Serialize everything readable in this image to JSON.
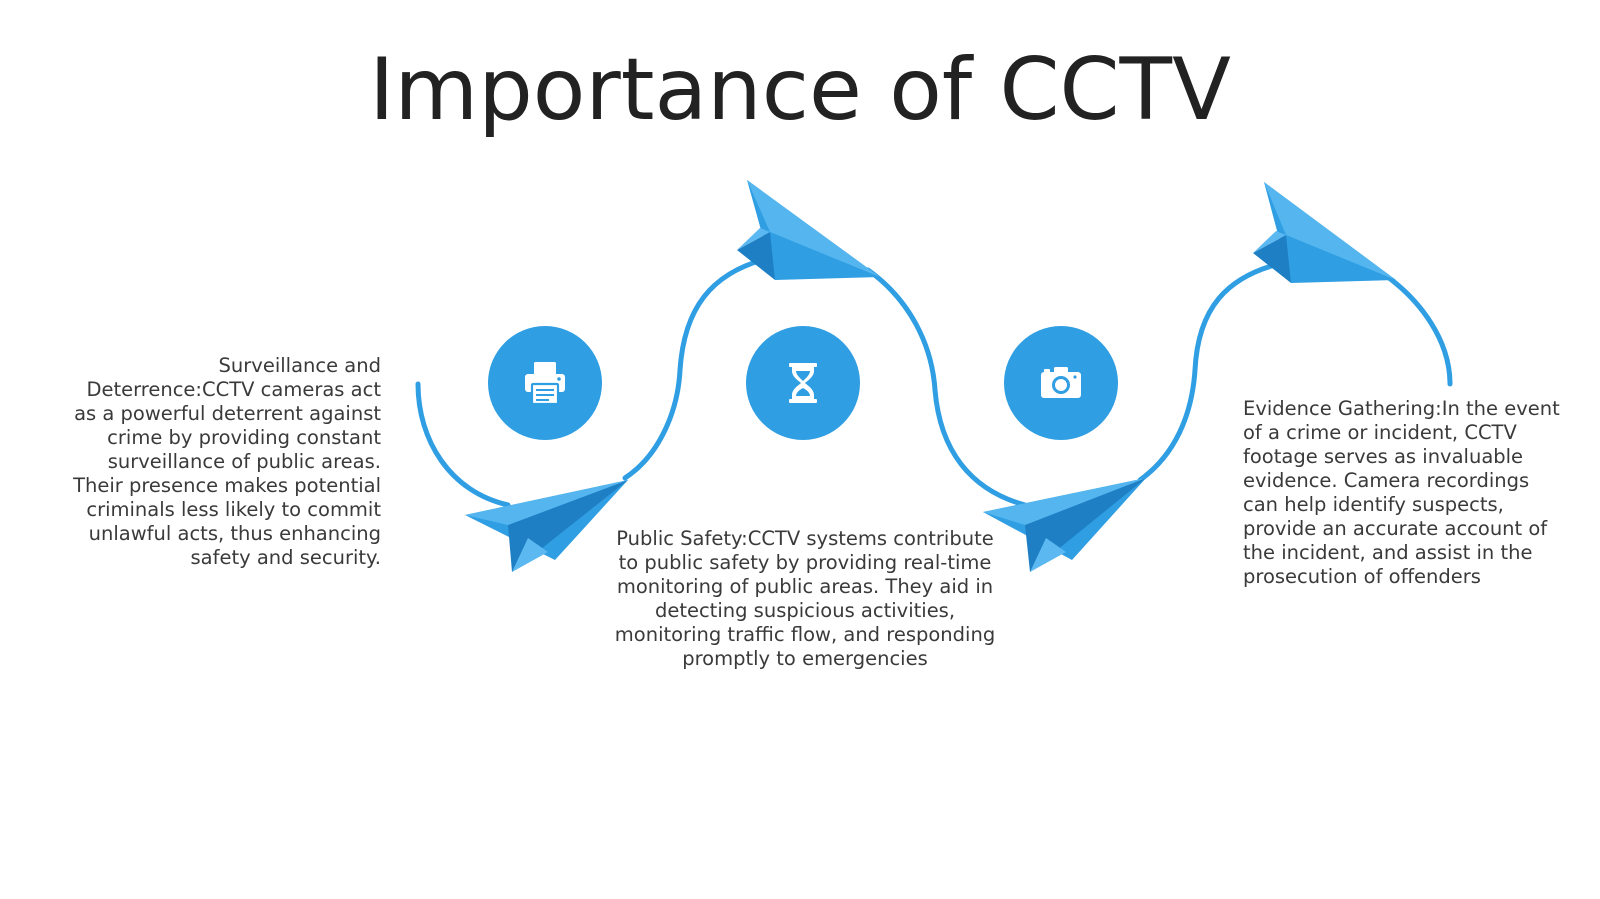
{
  "slide": {
    "title": "Importance of CCTV",
    "accent_color": "#2f9ee3",
    "items": [
      {
        "icon": "printer-icon",
        "text": "Surveillance and Deterrence:CCTV cameras act as a powerful deterrent against crime by providing constant surveillance of public areas. Their presence makes potential criminals less likely to commit unlawful acts, thus enhancing safety and security."
      },
      {
        "icon": "hourglass-icon",
        "text": "Public Safety:CCTV systems contribute to public safety by providing real-time monitoring of public areas. They aid in detecting suspicious activities, monitoring traffic flow, and responding promptly to emergencies"
      },
      {
        "icon": "camera-icon",
        "text": "Evidence Gathering:In the event of a crime or incident, CCTV footage serves as invaluable evidence. Camera recordings can help identify suspects, provide an accurate account of the incident, and assist in the prosecution of offenders"
      }
    ]
  }
}
